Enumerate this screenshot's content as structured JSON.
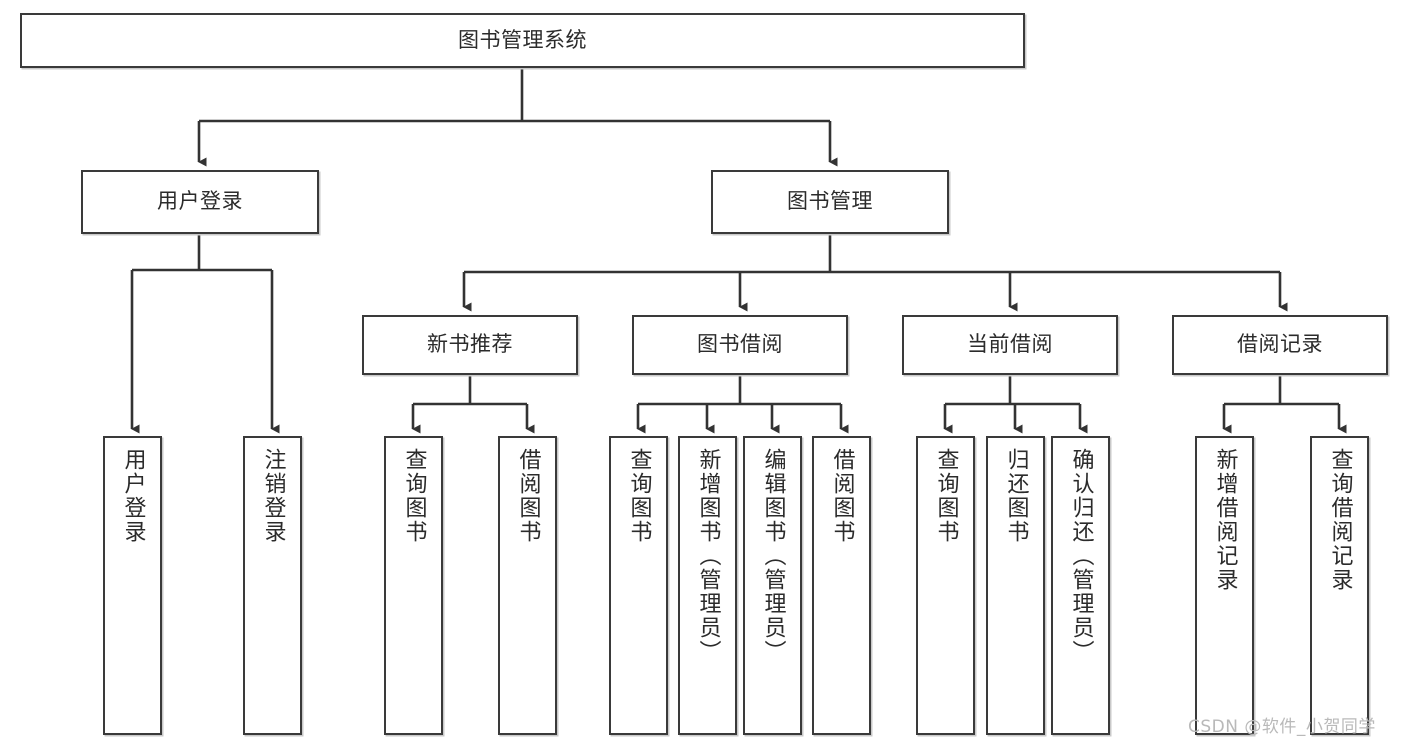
{
  "diagram": {
    "title": "图书管理系统",
    "type": "tree",
    "watermark": "CSDN @软件_小贺同学",
    "colors": {
      "background": "#ffffff",
      "node_border": "#3a3a3a",
      "node_fill": "#ffffff",
      "connector": "#333333",
      "shadow": "#c9c9c9",
      "text": "#2b2b2b",
      "watermark": "#b9b9b9"
    },
    "levels": {
      "root": {
        "label": "图书管理系统"
      },
      "level2": [
        {
          "label": "用户登录"
        },
        {
          "label": "图书管理"
        }
      ],
      "level3": [
        {
          "label": "新书推荐"
        },
        {
          "label": "图书借阅"
        },
        {
          "label": "当前借阅"
        },
        {
          "label": "借阅记录"
        }
      ],
      "leaves": {
        "user_login": [
          {
            "label": "用户登录"
          },
          {
            "label": "注销登录"
          }
        ],
        "new_book_recommend": [
          {
            "label": "查询图书"
          },
          {
            "label": "借阅图书"
          }
        ],
        "book_borrow": [
          {
            "label": "查询图书"
          },
          {
            "label": "新增图书（管理员）"
          },
          {
            "label": "编辑图书（管理员）"
          },
          {
            "label": "借阅图书"
          }
        ],
        "current_borrow": [
          {
            "label": "查询图书"
          },
          {
            "label": "归还图书"
          },
          {
            "label": "确认归还（管理员）"
          }
        ],
        "borrow_record": [
          {
            "label": "新增借阅记录"
          },
          {
            "label": "查询借阅记录"
          }
        ]
      }
    }
  }
}
